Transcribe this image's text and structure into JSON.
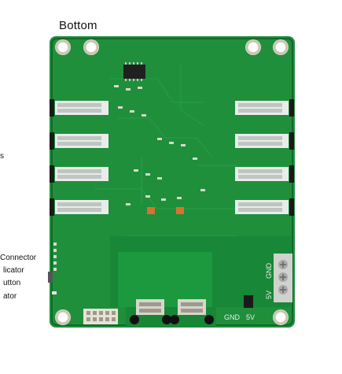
{
  "page": {
    "title": "Bottom"
  },
  "left_labels": {
    "partial_1": "s",
    "partial_2": "Connector",
    "partial_3": "licator",
    "partial_4": "utton",
    "partial_5": "ator"
  },
  "board": {
    "silkscreen_gnd_right": "GND",
    "silkscreen_5v_right": "5V",
    "silkscreen_gnd_bottom": "GND",
    "silkscreen_5v_bottom": "5V"
  },
  "colors": {
    "pcb_green": "#1f8f3c",
    "pcb_dark": "#13682a",
    "copper_pad": "#d6d6c8",
    "connector_white": "#e9ecea",
    "connector_black": "#1a1a1a",
    "chip": "#202020",
    "orange_part": "#d9722c"
  }
}
